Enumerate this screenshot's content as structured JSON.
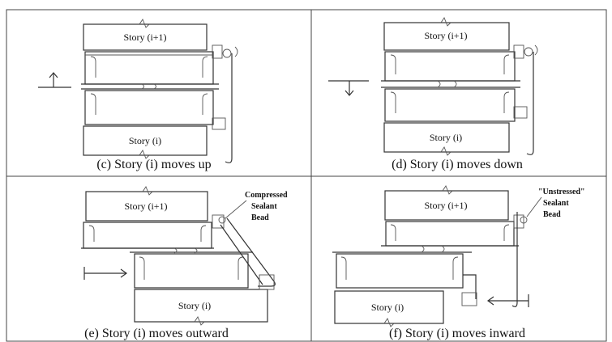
{
  "panels": {
    "c": {
      "caption": "(c) Story (i) moves up",
      "upper": "Story (i+1)",
      "lower": "Story (i)"
    },
    "d": {
      "caption": "(d) Story (i) moves down",
      "upper": "Story (i+1)",
      "lower": "Story (i)"
    },
    "e": {
      "caption": "(e) Story (i) moves outward",
      "upper": "Story (i+1)",
      "lower": "Story (i)",
      "note": [
        "Compressed",
        "Sealant",
        "Bead"
      ]
    },
    "f": {
      "caption": "(f) Story (i) moves inward",
      "upper": "Story (i+1)",
      "lower": "Story (i)",
      "note": [
        "\"Unstressed\"",
        "Sealant",
        "Bead"
      ]
    }
  }
}
